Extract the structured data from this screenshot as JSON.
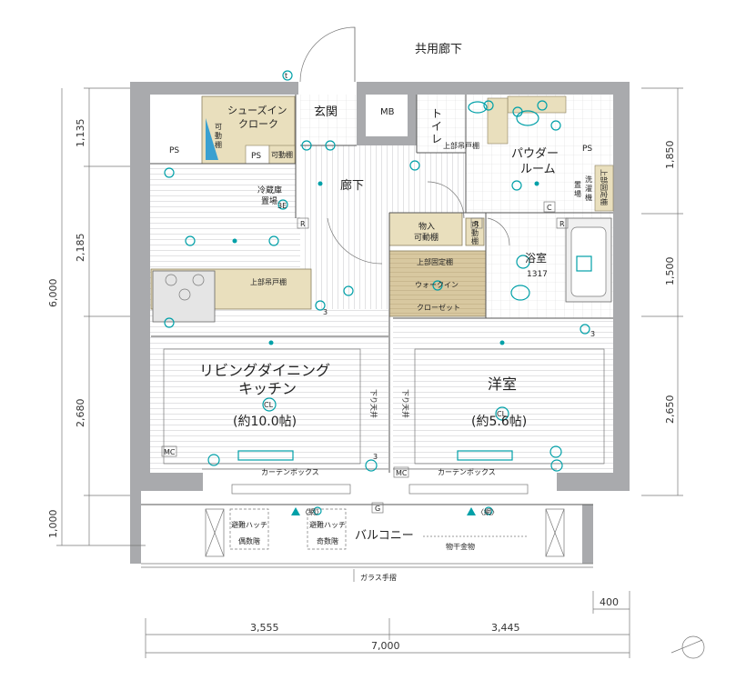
{
  "labels": {
    "common_corridor": "共用廊下",
    "entrance": "玄関",
    "mb": "MB",
    "toilet_line1": "ト",
    "toilet_line2": "イ",
    "toilet_line3": "レ",
    "upper_cabinet_toilet": "上部吊戸棚",
    "powder_line1": "パウダー",
    "powder_line2": "ルーム",
    "ps_left": "PS",
    "ps_right": "PS",
    "shoes_line1": "シューズイン",
    "shoes_line2": "クローク",
    "movable_shelf_v1": "可",
    "movable_shelf_v2": "動",
    "movable_shelf_v3": "棚",
    "ps_small": "PS",
    "movable_shelf_h": "可動棚",
    "fridge_line1": "冷蔵庫",
    "fridge_line2": "置場",
    "corridor": "廊下",
    "washer_1": "洗",
    "washer_2": "濯",
    "washer_3": "機",
    "washer_4": "置",
    "washer_5": "場",
    "upper_fixed_v": "上部固定棚",
    "storage_line1": "物入",
    "storage_line2": "可動棚",
    "storage_small_1": "可",
    "storage_small_2": "動",
    "storage_small_3": "棚",
    "bath": "浴室",
    "bath_size": "1317",
    "upper_fixed_shelf": "上部固定棚",
    "walkin_line1": "ウォークイン",
    "walkin_line2": "クローゼット",
    "upper_cabinet_kitchen": "上部吊戸棚",
    "ldk_line1": "リビングダイニング",
    "ldk_line2": "キッチン",
    "ldk_size": "(約10.0帖)",
    "western_room": "洋室",
    "western_size": "(約5.6帖)",
    "lowered_ceiling_left": "下り天井",
    "lowered_ceiling_right": "下り天井",
    "curtain_box_left": "カーテンボックス",
    "curtain_box_right": "カーテンボックス",
    "evac_even_1": "避難ハッチ",
    "evac_even_2": "偶数階",
    "evac_odd_1": "避難ハッチ",
    "evac_odd_2": "奇数階",
    "balcony": "バルコニー",
    "laundry_hardware": "物干金物",
    "mesh_left": "〈網〉",
    "mesh_right": "〈網〉",
    "glass_railing": "ガラス手摺",
    "cl": "CL",
    "mc": "MC",
    "r": "R",
    "c": "C",
    "g": "G",
    "t": "t",
    "num3": "3",
    "num3e": "3E"
  },
  "dimensions": {
    "left": [
      "1,135",
      "2,185",
      "6,000",
      "2,680",
      "1,000"
    ],
    "right": [
      "1,850",
      "1,500",
      "2,650"
    ],
    "bottom": [
      "3,555",
      "3,445",
      "7,000",
      "400"
    ]
  },
  "colors": {
    "wall": "#a9aaad",
    "built_in": "#e9dfbd",
    "closet": "#d8c8a0",
    "fixture": "#00a0a8",
    "accent_blue": "#3aa0d0"
  }
}
